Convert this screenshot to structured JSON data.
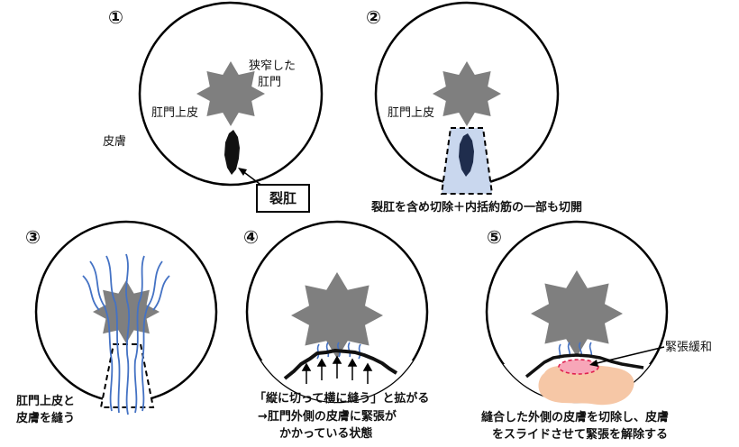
{
  "panels": [
    {
      "number": "①",
      "labels": {
        "stenotic_anus": [
          "狭窄した",
          "肛門"
        ],
        "anoderm": "肛門上皮",
        "skin": "皮膚",
        "fissure": "裂肛"
      }
    },
    {
      "number": "②",
      "labels": {
        "anoderm": "肛門上皮",
        "caption": "裂肛を含め切除＋内括約筋の一部も切開"
      }
    },
    {
      "number": "③",
      "labels": {
        "caption": [
          "肛門上皮と",
          "皮膚を縫う"
        ]
      }
    },
    {
      "number": "④",
      "labels": {
        "caption": [
          "「縦に切って横に縫う」と拡がる",
          "→肛門外側の皮膚に緊張が",
          "かかっている状態"
        ]
      }
    },
    {
      "number": "⑤",
      "labels": {
        "relief": "緊張緩和",
        "caption": [
          "縫合した外側の皮膚を切除し、皮膚",
          "をスライドさせて緊張を解除する"
        ]
      }
    }
  ],
  "colors": {
    "star": "#7f7f7f",
    "fissure": "#111111",
    "excision_fill": "#c9d7ee",
    "excision_fissure": "#1f2d4d",
    "suture": "#4472c4",
    "flap": "#f6c7a6",
    "relief_fill": "#f7a6b8",
    "relief_stroke": "#e0204f"
  }
}
